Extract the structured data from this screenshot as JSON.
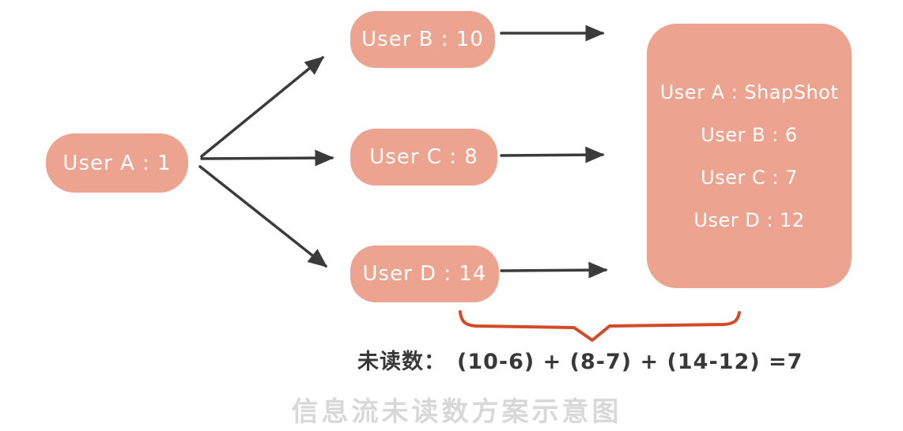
{
  "diagram": {
    "source_node": {
      "label": "User A : 1"
    },
    "middle_nodes": [
      {
        "label": "User B : 10"
      },
      {
        "label": "User C : 8"
      },
      {
        "label": "User D : 14"
      }
    ],
    "snapshot_node": {
      "lines": [
        "User A : ShapShot",
        "User B : 6",
        "User C : 7",
        "User D : 12"
      ]
    },
    "edges": [
      {
        "from": "User A",
        "to": "User B"
      },
      {
        "from": "User A",
        "to": "User C"
      },
      {
        "from": "User A",
        "to": "User D"
      },
      {
        "from": "User B",
        "to": "snapshot"
      },
      {
        "from": "User C",
        "to": "snapshot"
      },
      {
        "from": "User D",
        "to": "snapshot"
      }
    ],
    "formula": {
      "prefix": "未读数：",
      "expression": "(10-6) + (8-7) + (14-12) =7"
    },
    "caption": "信息流未读数方案示意图",
    "colors": {
      "node_fill": "#eca38f",
      "node_text": "#ffffff",
      "arrow": "#3b3b3b",
      "brace": "#d24a28",
      "formula_text": "#383838",
      "caption_text": "#d8d8d8",
      "background": "#ffffff"
    }
  }
}
